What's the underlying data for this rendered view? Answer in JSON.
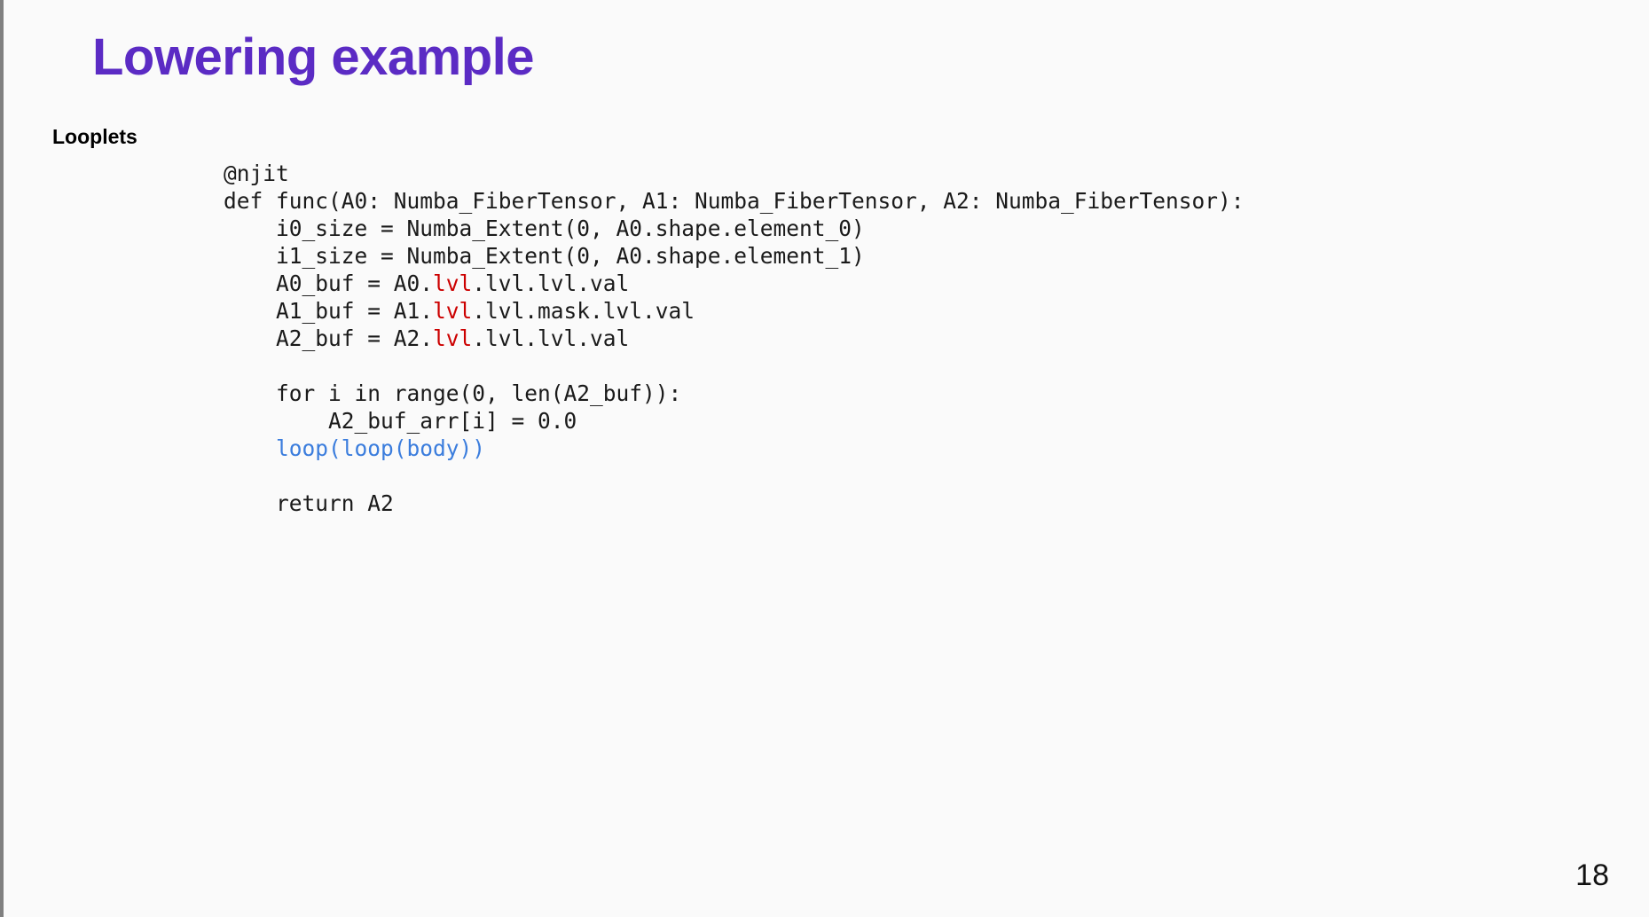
{
  "slide": {
    "title": "Lowering example",
    "section_label": "Looplets",
    "page_number": "18",
    "background_color": "#fafafa",
    "title_color": "#5b2bc4",
    "border_color": "#808080"
  },
  "code": {
    "language": "python",
    "highlight_colors": {
      "red": "#cc0000",
      "blue": "#3b7ddd",
      "default": "#1a1a1a"
    },
    "lines": [
      {
        "id": "line-1",
        "segments": [
          {
            "text": "@njit",
            "color": "default"
          }
        ]
      },
      {
        "id": "line-2",
        "segments": [
          {
            "text": "def func(A0: Numba_FiberTensor, A1: Numba_FiberTensor, A2: Numba_FiberTensor):",
            "color": "default"
          }
        ]
      },
      {
        "id": "line-3",
        "segments": [
          {
            "text": "    i0_size = Numba_Extent(0, A0.shape.element_0)",
            "color": "default"
          }
        ]
      },
      {
        "id": "line-4",
        "segments": [
          {
            "text": "    i1_size = Numba_Extent(0, A0.shape.element_1)",
            "color": "default"
          }
        ]
      },
      {
        "id": "line-5",
        "segments": [
          {
            "text": "    A0_buf = A0.",
            "color": "default"
          },
          {
            "text": "lvl",
            "color": "red"
          },
          {
            "text": ".lvl.lvl.val",
            "color": "default"
          }
        ]
      },
      {
        "id": "line-6",
        "segments": [
          {
            "text": "    A1_buf = A1.",
            "color": "default"
          },
          {
            "text": "lvl",
            "color": "red"
          },
          {
            "text": ".lvl.mask.lvl.val",
            "color": "default"
          }
        ]
      },
      {
        "id": "line-7",
        "segments": [
          {
            "text": "    A2_buf = A2.",
            "color": "default"
          },
          {
            "text": "lvl",
            "color": "red"
          },
          {
            "text": ".lvl.lvl.val",
            "color": "default"
          }
        ]
      },
      {
        "id": "line-8",
        "segments": [
          {
            "text": "",
            "color": "default"
          }
        ]
      },
      {
        "id": "line-9",
        "segments": [
          {
            "text": "    for i in range(0, len(A2_buf)):",
            "color": "default"
          }
        ]
      },
      {
        "id": "line-10",
        "segments": [
          {
            "text": "        A2_buf_arr[i] = 0.0",
            "color": "default"
          }
        ]
      },
      {
        "id": "line-11",
        "segments": [
          {
            "text": "    loop(loop(body))",
            "color": "blue"
          }
        ]
      },
      {
        "id": "line-12",
        "segments": [
          {
            "text": "",
            "color": "default"
          }
        ]
      },
      {
        "id": "line-13",
        "segments": [
          {
            "text": "    return A2",
            "color": "default"
          }
        ]
      }
    ]
  }
}
